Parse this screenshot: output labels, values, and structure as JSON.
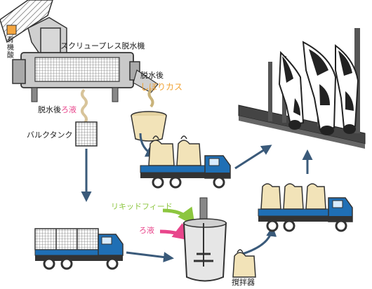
{
  "labels": {
    "organic_acid": "有機酸",
    "screw_press": "スクリュープレス脱水機",
    "dewatered_after": "脱水後",
    "press_residue": "しぼりカス",
    "filtrate_prefix": "脱水後",
    "filtrate_word": "ろ液",
    "bulk_tank": "バルクタンク",
    "liquid_feed": "リキッドフィード",
    "filtrate_in": "ろ液",
    "mixer": "撹拌器"
  },
  "colors": {
    "accent_pink": "#e8458b",
    "accent_orange": "#f0a030",
    "accent_green": "#8cc63f",
    "flow_arrow": "#3a5a7a",
    "truck_blue": "#1f6fb5",
    "bag_beige": "#f2e3b8",
    "acid_box": "#f4a640"
  },
  "icons": [
    "screw-press-machine",
    "residue-bucket",
    "bulk-tank",
    "flexible-container-bag",
    "truck",
    "mixing-tank",
    "cow"
  ]
}
